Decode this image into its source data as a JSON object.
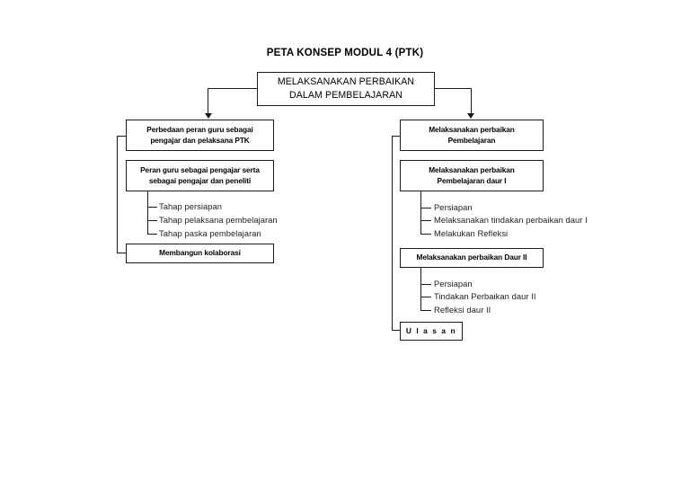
{
  "title": "PETA KONSEP MODUL 4 (PTK)",
  "root": {
    "line1": "MELAKSANAKAN PERBAIKAN",
    "line2": "DALAM PEMBELAJARAN"
  },
  "left_branch": {
    "box1": {
      "line1": "Perbedaan peran guru sebagai",
      "line2": "pengajar dan pelaksana PTK"
    },
    "box2": {
      "line1": "Peran guru sebagai pengajar serta",
      "line2": "sebagai pengajar dan peneliti"
    },
    "leaves": [
      "Tahap persiapan",
      "Tahap pelaksana pembelajaran",
      "Tahap paska pembelajaran"
    ],
    "box3": {
      "line1": "Membangun kolaborasi"
    }
  },
  "right_branch": {
    "box1": {
      "line1": "Melaksanakan perbaikan",
      "line2": "Pembelajaran"
    },
    "box2": {
      "line1": "Melaksanakan perbaikan",
      "line2": "Pembelajaran daur I"
    },
    "leaves_daur1": [
      "Persiapan",
      "Melaksanakan tindakan perbaikan daur I",
      "Melakukan Refleksi"
    ],
    "box3": {
      "line1": "Melaksanakan perbaikan Daur II"
    },
    "leaves_daur2": [
      "Persiapan",
      "Tindakan Perbaikan daur II",
      "Refleksi daur II"
    ],
    "box4": {
      "line1": "U l a s a n"
    }
  },
  "colors": {
    "stroke": "#1a1a1a",
    "background": "#ffffff",
    "text": "#000000"
  }
}
